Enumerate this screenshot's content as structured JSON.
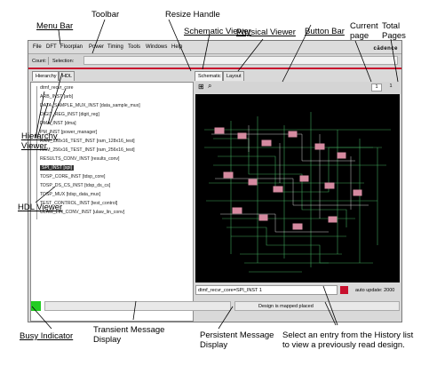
{
  "callouts": {
    "menu_bar": "Menu Bar",
    "toolbar": "Toolbar",
    "resize_handle": "Resize Handle",
    "schematic_viewer": "Schematic Viewer",
    "physical_viewer": "Physical Viewer",
    "button_bar": "Button Bar",
    "current_page": [
      "Current",
      "page"
    ],
    "total_pages": [
      "Total",
      "Pages"
    ],
    "hierarchy_viewer": [
      "Hierarchy",
      "Viewer"
    ],
    "hdl_viewer": "HDL Viewer",
    "busy_indicator": "Busy Indicator",
    "transient_message": [
      "Transient Message",
      "Display"
    ],
    "persistent_message": [
      "Persistent Message",
      "Display"
    ],
    "history": [
      "Select an entry from the History list",
      "to view a previously read design."
    ]
  },
  "menu": [
    "File",
    "DFT",
    "Floorplan",
    "Power",
    "Timing",
    "Tools",
    "Windows",
    "Help"
  ],
  "brand": "cādence",
  "toolbar": {
    "count_label": "Count:",
    "selection_label": "Selection:"
  },
  "left_tabs": [
    "Hierarchy",
    "HDL"
  ],
  "right_tabs": [
    "Schematic",
    "Layout"
  ],
  "tree": [
    "dtmf_recvr_core",
    "ARB_INST [arb]",
    "DATA_SAMPLE_MUX_INST [data_sample_mux]",
    "DIGIT_REG_INST [digit_reg]",
    "DMA_INST [dma]",
    "PM_INST [power_manager]",
    "RAM_128x16_TEST_INST [ram_128x16_test]",
    "RAM_256x16_TEST_INST [ram_256x16_test]",
    "RESULTS_CONV_INST [results_conv]",
    "SPI_INST [spi]",
    "TDSP_CORE_INST [tdsp_core]",
    "TDSP_DS_CS_INST [tdsp_ds_cs]",
    "TDSP_MUX [tdsp_data_mux]",
    "TEST_CONTROL_INST [test_control]",
    "ULAW_LIN_CONV_INST [ulaw_lin_conv]"
  ],
  "pages": {
    "current": "1",
    "total": "1"
  },
  "status": {
    "path": "dtmf_recvr_core=SPI_INST 1",
    "auto_update": "auto update: 2000"
  },
  "persistent_message": "Design is mapped placed",
  "colors": {
    "accent_red": "#c8102e",
    "busy_green": "#22cc22",
    "wire_green": "#3fa35a",
    "cell_pink": "#d58aa0"
  }
}
